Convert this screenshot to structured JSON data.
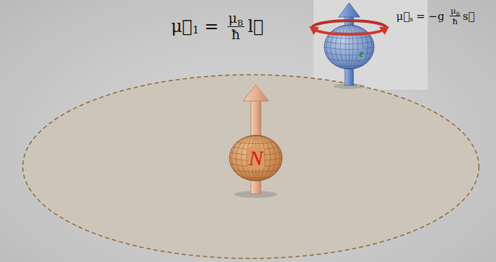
{
  "diagram": {
    "nodes": [
      {
        "text": [
          "e"
        ]
      },
      {
        "text": [
          "N"
        ]
      }
    ],
    "labels": [
      "μ⃗",
      "1",
      "=",
      "μ",
      "B",
      "ħ",
      "l⃗",
      "μ⃗",
      "s",
      "= −g",
      "μ",
      "B",
      "ħ",
      "s⃗"
    ]
  }
}
